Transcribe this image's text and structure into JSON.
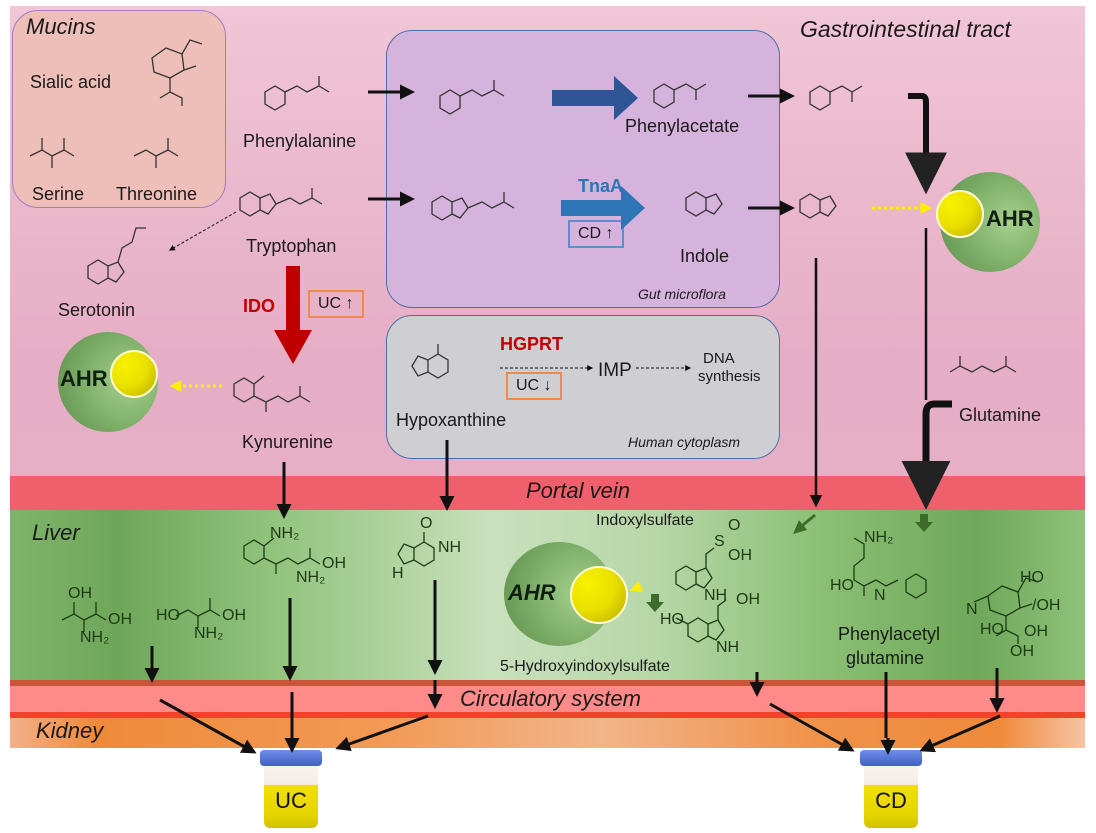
{
  "zones": {
    "gi_tract": "Gastrointestinal tract",
    "portal_vein": "Portal vein",
    "liver": "Liver",
    "circulatory": "Circulatory system",
    "kidney": "Kidney"
  },
  "boxes": {
    "mucins": "Mucins",
    "gut_microflora": "Gut microflora",
    "human_cytoplasm": "Human cytoplasm"
  },
  "molecules": {
    "sialic_acid": "Sialic acid",
    "serine": "Serine",
    "threonine": "Threonine",
    "phenylalanine": "Phenylalanine",
    "tryptophan": "Tryptophan",
    "serotonin": "Serotonin",
    "kynurenine": "Kynurenine",
    "phenylacetate": "Phenylacetate",
    "indole": "Indole",
    "hypoxanthine": "Hypoxanthine",
    "imp": "IMP",
    "dna_synthesis_1": "DNA",
    "dna_synthesis_2": "synthesis",
    "glutamine": "Glutamine",
    "indoxylsulfate": "Indoxylsulfate",
    "hydroxyindoxylsulfate": "5-Hydroxyindoxylsulfate",
    "phenylacetyl_glutamine_1": "Phenylacetyl",
    "phenylacetyl_glutamine_2": "glutamine"
  },
  "enzymes": {
    "ido": "IDO",
    "tnaa": "TnaA",
    "hgprt": "HGPRT"
  },
  "enzyme_colors": {
    "ido": "#c00000",
    "tnaa": "#2e75b6",
    "hgprt": "#c00000"
  },
  "regulation_tags": {
    "ido": "UC ↑",
    "tnaa": "CD ↑",
    "hgprt": "UC ↓"
  },
  "receptor": "AHR",
  "urine_samples": {
    "uc": "UC",
    "cd": "CD"
  }
}
